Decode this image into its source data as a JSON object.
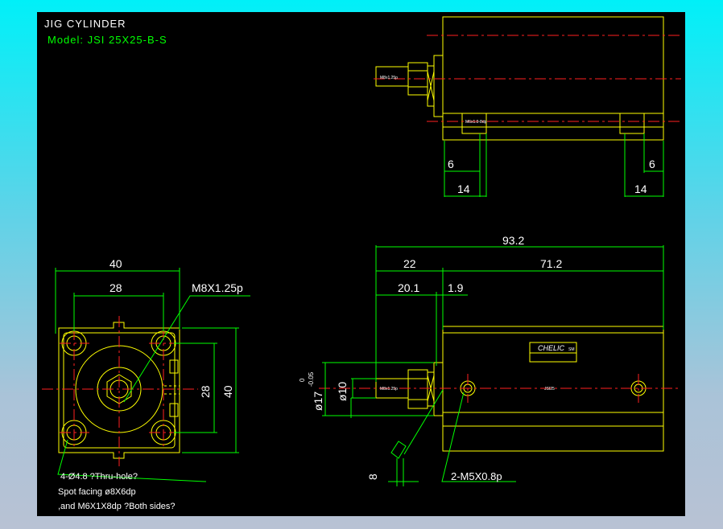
{
  "title": "JIG CYLINDER",
  "model": "Model:  JSI  25X25-B-S",
  "colors": {
    "line": "#ffff00",
    "center": "#ff2020",
    "dim": "#00ff00",
    "text": "#ffffff",
    "background": "#000000"
  },
  "top_view": {
    "thread_label": "M8x1.25p",
    "port_label": "M6x1.0-8dp",
    "dims": {
      "left_small": "6",
      "left_big": "14",
      "right_small": "6",
      "right_big": "14"
    }
  },
  "front_view": {
    "dims": {
      "width": "40",
      "inner": "28",
      "thread": "M8X1.25p",
      "height_inner": "28",
      "height": "40"
    },
    "note_holes": "4-Ø4.8 ?Thru-hole?",
    "note_spot": "Spot facing  ø8X6dp",
    "note_thread": ",and  M6X1X8dp ?Both sides?"
  },
  "side_view": {
    "dims": {
      "total": "93.2",
      "rod": "22",
      "body": "71.2",
      "rod_ext": "20.1",
      "gap": "1.9",
      "rod_dia": "ø10",
      "bore": "ø17",
      "tol_upper": "0",
      "tol_lower": "-0.05",
      "wrench": "8"
    },
    "thread_label": "M8x1.25p",
    "port_note": "2-M5X0.8p",
    "brand": "CHELIC",
    "brand_suffix": "SM",
    "center_label": "JSI25"
  }
}
